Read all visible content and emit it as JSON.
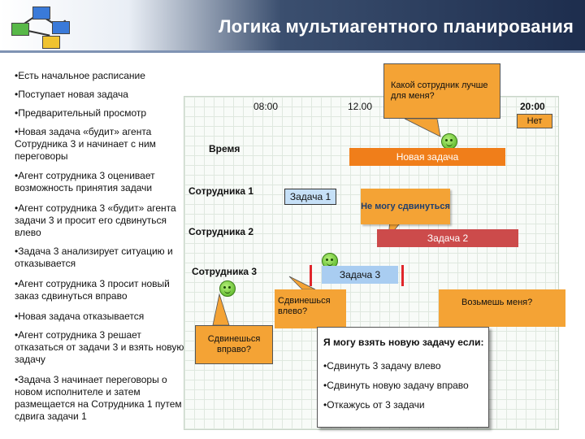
{
  "title": "Логика мультиагентного планирования",
  "bullets": [
    "•Есть начальное расписание",
    "•Поступает новая задача",
    "•Предварительный просмотр",
    "•Новая задача «будит» агента Сотрудника 3 и начинает с ним переговоры",
    "•Агент сотрудника 3 оценивает возможность принятия задачи",
    "•Агент сотрудника 3 «будит» агента задачи 3 и просит его сдвинуться влево",
    "•Задача 3 анализирует ситуацию и отказывается",
    "•Агент сотрудника 3 просит новый заказ сдвинуться вправо",
    "•Новая задача отказывается",
    "•Агент сотрудника 3 решает отказаться от задачи 3 и взять новую задачу",
    "•Задача 3 начинает переговоры о новом исполнителе и затем размещается на Сотрудника 1 путем сдвига задачи 1"
  ],
  "schedule": {
    "time_label": "Время",
    "ticks": [
      "08:00",
      "12.00",
      "20:00"
    ],
    "rows": [
      "Сотрудника 1",
      "Сотрудника  2",
      "Сотрудника  3"
    ],
    "new_task": "Новая задача",
    "task1": "Задача 1",
    "task2": "Задача 2",
    "task3": "Задача 3"
  },
  "callouts": {
    "which_employee": "Какой сотрудник лучше для меня?",
    "no": "Нет",
    "cannot_move": "Не могу сдвинуться",
    "shift_left": "Сдвинешься влево?",
    "shift_right": "Сдвинешься вправо?",
    "take_me": "Возьмешь меня?"
  },
  "conditions": {
    "heading": "Я могу взять новую задачу если:",
    "items": [
      "•Сдвинуть 3 задачу влево",
      "•Сдвинуть новую задачу вправо",
      "•Откажусь от 3 задачи"
    ]
  },
  "colors": {
    "orange": "#f4a335",
    "new_task": "#f07e1a",
    "task2": "#cc4b4b",
    "task3": "#a9cdf1",
    "task1": "#c6e0f7",
    "red_marker": "#e0262b"
  }
}
